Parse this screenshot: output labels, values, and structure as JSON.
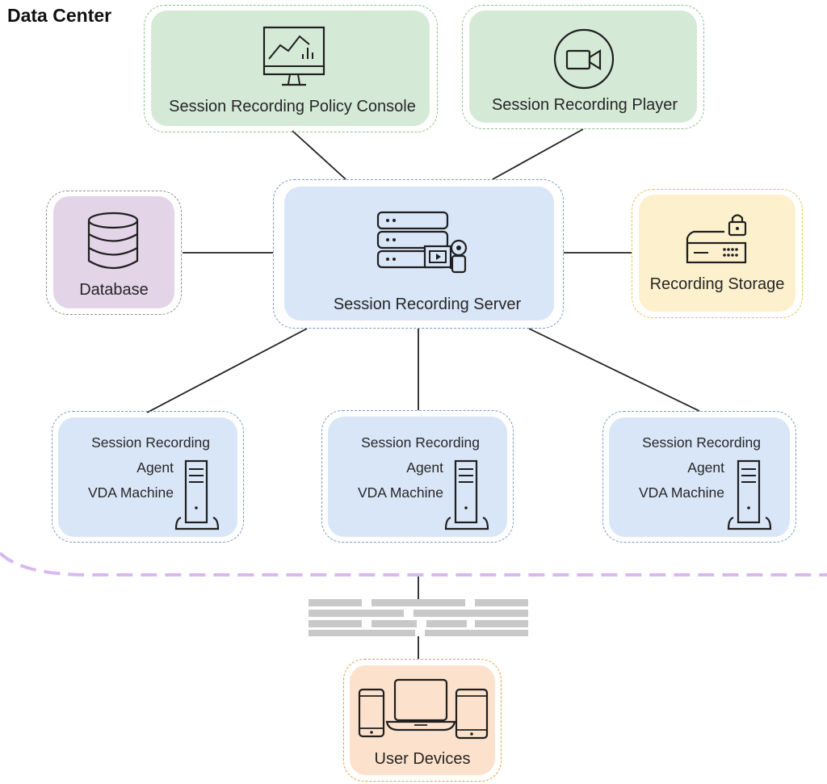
{
  "diagram": {
    "region_title": "Data Center",
    "nodes": {
      "policy_console": "Session Recording Policy Console",
      "player": "Session Recording Player",
      "database": "Database",
      "server": "Session Recording Server",
      "storage": "Recording Storage",
      "user_devices": "User Devices"
    },
    "vda_machines": [
      {
        "line1": "Session Recording",
        "line2": "Agent",
        "line3": "VDA Machine"
      },
      {
        "line1": "Session Recording",
        "line2": "Agent",
        "line3": "VDA Machine"
      },
      {
        "line1": "Session Recording",
        "line2": "Agent",
        "line3": "VDA Machine"
      }
    ],
    "colors": {
      "green_fill": "#d5ead6",
      "green_border": "#8cc08b",
      "blue_fill": "#d9e6f8",
      "blue_border": "#7f96c4",
      "purple_fill": "#e3d4e8",
      "purple_border": "#8f8f8f",
      "yellow_fill": "#fdf0cc",
      "yellow_border": "#e3c05a",
      "orange_fill": "#fce2cc",
      "orange_border": "#d8a43c",
      "boundary": "#d9b8f0",
      "firewall": "#c8c8c8",
      "connector": "#222222"
    }
  }
}
